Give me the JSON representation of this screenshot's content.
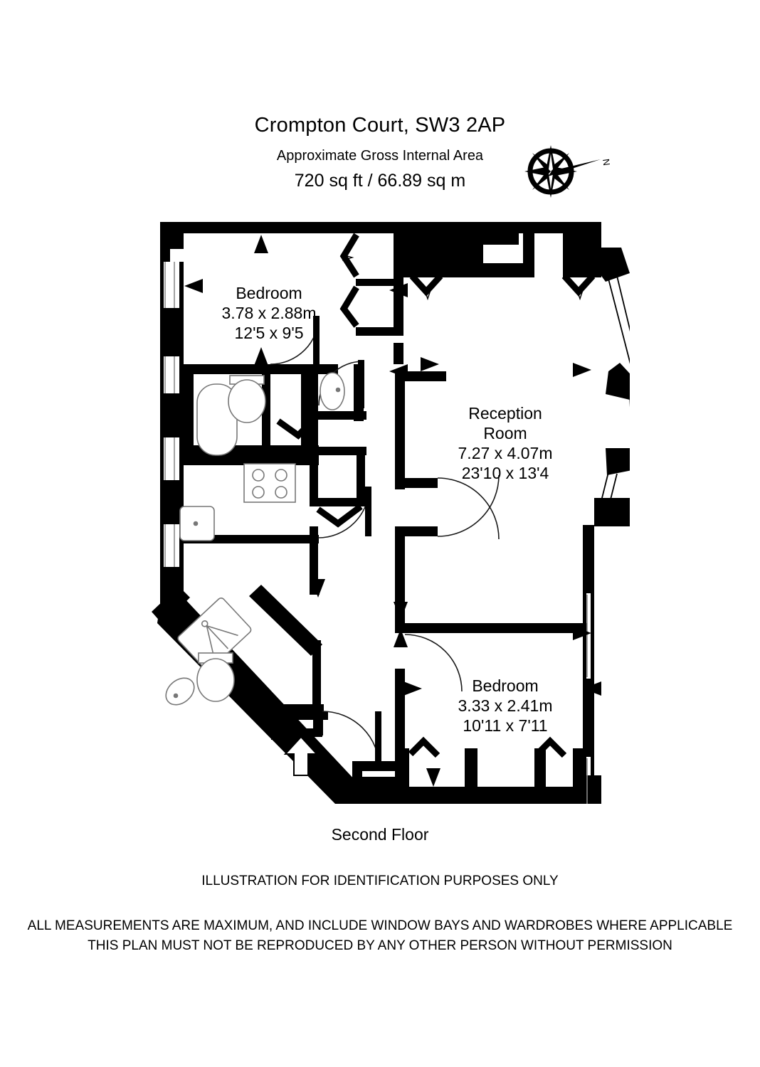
{
  "header": {
    "title": "Crompton Court, SW3 2AP",
    "subtitle": "Approximate Gross Internal Area",
    "area": "720 sq ft  /  66.89 sq m",
    "compass_label": "N",
    "compass_icon": "compass-rose-icon"
  },
  "rooms": [
    {
      "id": "bedroom-1",
      "name": "Bedroom",
      "dim_metric": "3.78 x 2.88m",
      "dim_imperial": "12'5 x 9'5"
    },
    {
      "id": "reception-room",
      "name": "Reception",
      "name2": "Room",
      "dim_metric": "7.27 x 4.07m",
      "dim_imperial": "23'10 x 13'4"
    },
    {
      "id": "bedroom-2",
      "name": "Bedroom",
      "dim_metric": "3.33 x 2.41m",
      "dim_imperial": "10'11 x 7'11"
    }
  ],
  "footer": {
    "floor_name": "Second Floor",
    "disclaimer_line1": "ILLUSTRATION FOR IDENTIFICATION PURPOSES ONLY",
    "disclaimer_line2": "ALL MEASUREMENTS ARE MAXIMUM, AND INCLUDE WINDOW BAYS AND WARDROBES WHERE APPLICABLE",
    "disclaimer_line3": "THIS PLAN MUST NOT BE REPRODUCED BY ANY OTHER PERSON WITHOUT PERMISSION"
  },
  "colors": {
    "wall": "#000000",
    "background": "#ffffff",
    "fixture_line": "#6e6e6e",
    "text": "#000000"
  },
  "fixtures": [
    "bathtub",
    "toilet-wc-1",
    "washbasin-1",
    "kitchen-hob",
    "kitchen-sink",
    "shower-tray",
    "toilet-wc-2",
    "washbasin-2",
    "wardrobe-bedroom1-a",
    "wardrobe-bedroom1-b",
    "wardrobe-reception-a",
    "wardrobe-reception-b",
    "wardrobe-bedroom2-a",
    "wardrobe-bedroom2-b",
    "wardrobe-bedroom2-c",
    "bay-window",
    "entrance-arrow"
  ]
}
